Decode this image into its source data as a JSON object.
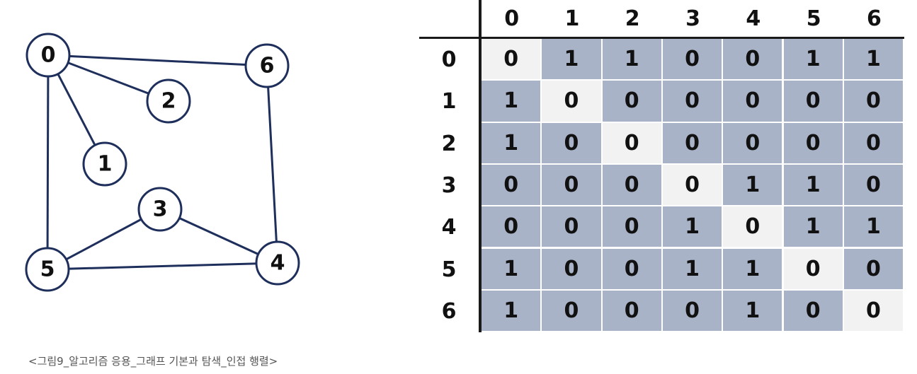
{
  "graph": {
    "nodes": [
      "0",
      "1",
      "2",
      "3",
      "4",
      "5",
      "6"
    ],
    "edges": [
      [
        0,
        1
      ],
      [
        0,
        2
      ],
      [
        0,
        5
      ],
      [
        0,
        6
      ],
      [
        3,
        4
      ],
      [
        3,
        5
      ],
      [
        4,
        5
      ],
      [
        4,
        6
      ]
    ],
    "stroke_color": "#1f2f5c"
  },
  "matrix": {
    "column_headers": [
      "0",
      "1",
      "2",
      "3",
      "4",
      "5",
      "6"
    ],
    "row_headers": [
      "0",
      "1",
      "2",
      "3",
      "4",
      "5",
      "6"
    ],
    "rows": [
      [
        "0",
        "1",
        "1",
        "0",
        "0",
        "1",
        "1"
      ],
      [
        "1",
        "0",
        "0",
        "0",
        "0",
        "0",
        "0"
      ],
      [
        "1",
        "0",
        "0",
        "0",
        "0",
        "0",
        "0"
      ],
      [
        "0",
        "0",
        "0",
        "0",
        "1",
        "1",
        "0"
      ],
      [
        "0",
        "0",
        "0",
        "1",
        "0",
        "1",
        "1"
      ],
      [
        "1",
        "0",
        "0",
        "1",
        "1",
        "0",
        "0"
      ],
      [
        "1",
        "0",
        "0",
        "0",
        "1",
        "0",
        "0"
      ]
    ],
    "cell_color": "#a9b3c7",
    "diagonal_color": "#f2f2f2",
    "rule_color": "#1a1a1a"
  },
  "caption": "<그림9_알고리즘 응용_그래프 기본과 탐색_인접 행렬>"
}
